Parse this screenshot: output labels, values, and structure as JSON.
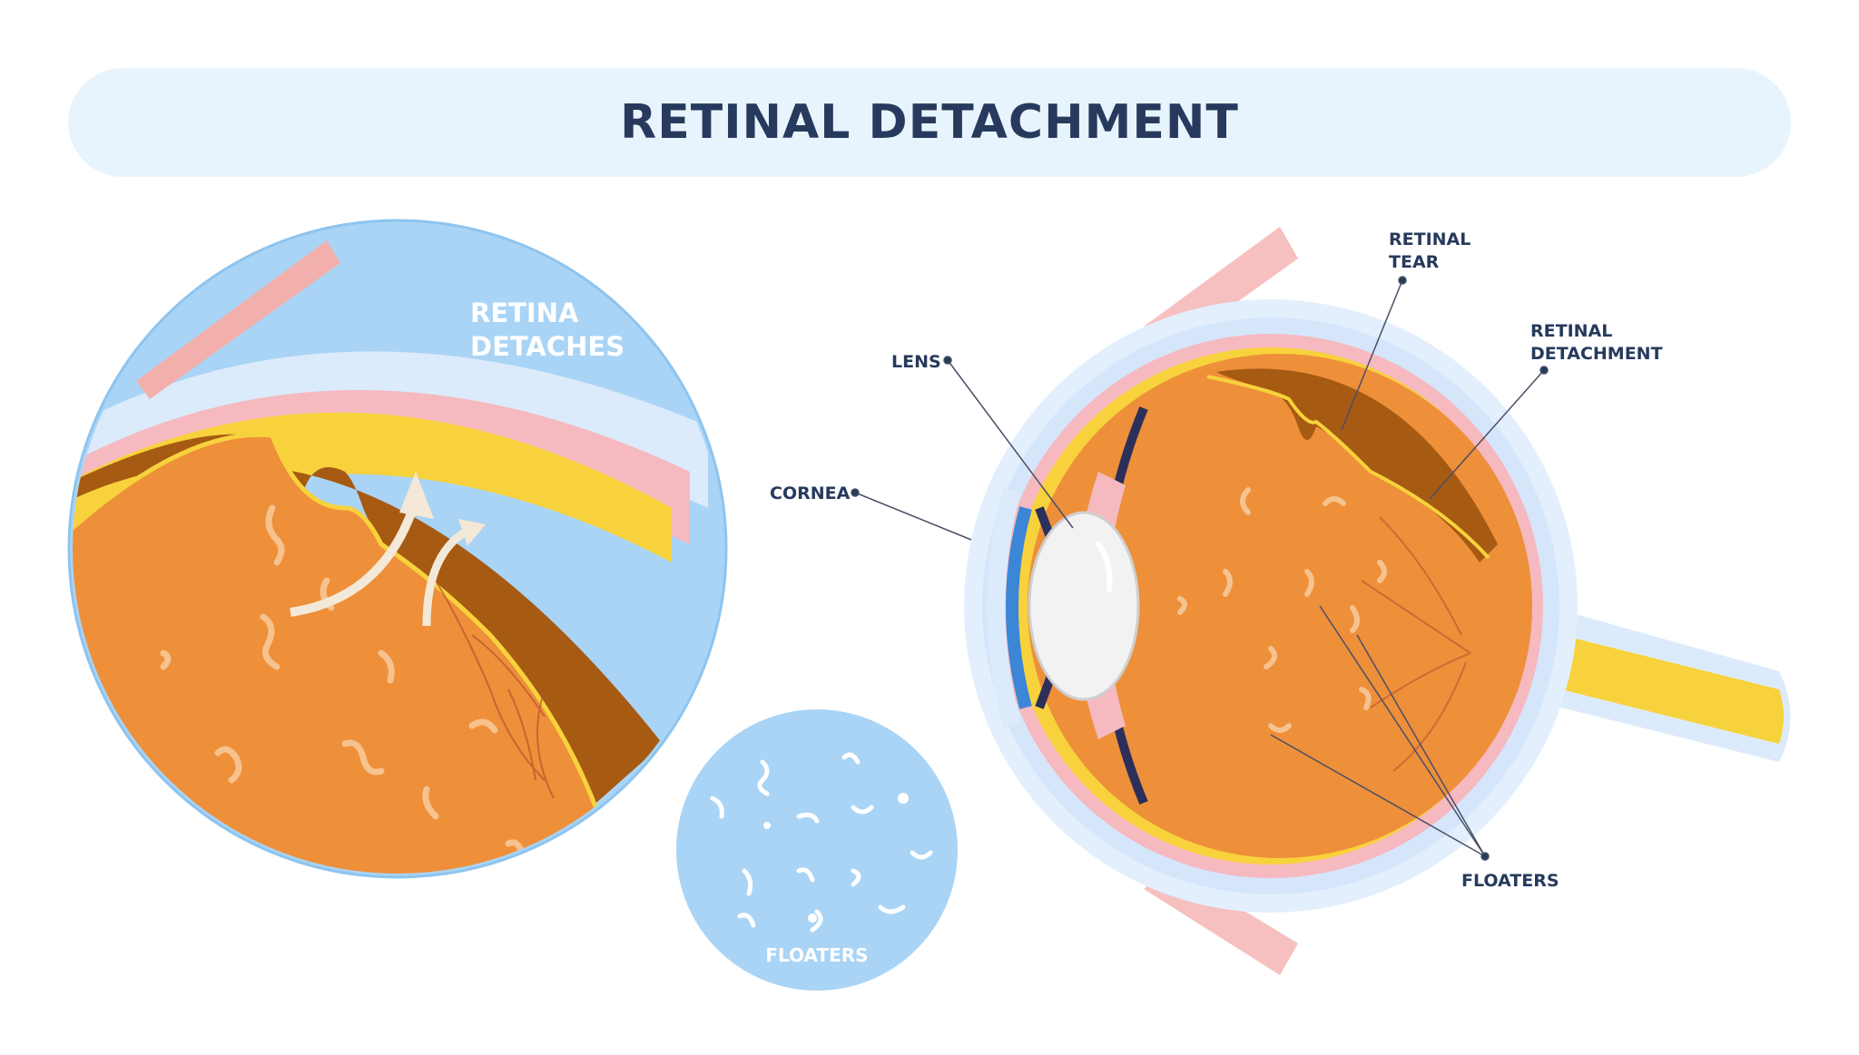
{
  "title": "RETINAL DETACHMENT",
  "closeup": {
    "label_line1": "RETINA",
    "label_line2": "DETACHES"
  },
  "floaters_inset": {
    "label": "FLOATERS"
  },
  "eye_labels": {
    "lens": "LENS",
    "cornea": "CORNEA",
    "retinal_tear_line1": "RETINAL",
    "retinal_tear_line2": "TEAR",
    "retinal_detachment_line1": "RETINAL",
    "retinal_detachment_line2": "DETACHMENT",
    "floaters": "FLOATERS"
  },
  "colors": {
    "title_bg": "#e8f4fd",
    "title_text": "#273a5e",
    "sky_blue": "#a9d4f5",
    "vitreous_orange": "#ee8f3a",
    "detached_brown": "#a65a12",
    "retina_yellow": "#f7d23c",
    "choroid_pink": "#f5b9bf",
    "lens_white": "#f2f2f2",
    "cornea_blue": "#3b86d6"
  }
}
